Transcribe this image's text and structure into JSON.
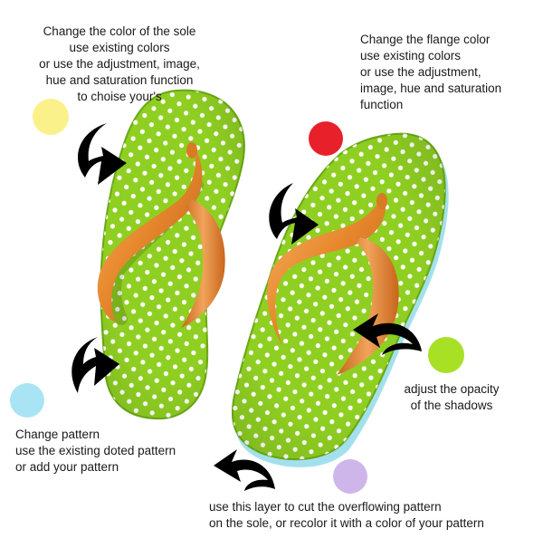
{
  "annotations": {
    "sole": {
      "lines": [
        "Change the color of the sole",
        "use existing colors",
        "or use the adjustment, image,",
        "hue and saturation function",
        "to choise your's"
      ]
    },
    "flange": {
      "lines": [
        "Change the flange color",
        "use existing colors",
        "or use the adjustment,",
        "image, hue and saturation",
        "function"
      ]
    },
    "shadows": {
      "lines": [
        "adjust the opacity",
        "of the shadows"
      ]
    },
    "pattern": {
      "lines": [
        "Change pattern",
        "use the existing doted pattern",
        "or add your pattern"
      ]
    },
    "layer": {
      "lines": [
        "use this layer to cut the overflowing pattern",
        "on the sole, or recolor it with a color of your pattern"
      ]
    }
  },
  "swatches": [
    {
      "name": "yellow-swatch",
      "color": "#fbf18a"
    },
    {
      "name": "red-swatch",
      "color": "#e8202a"
    },
    {
      "name": "green-swatch",
      "color": "#a8e026"
    },
    {
      "name": "light-blue-swatch",
      "color": "#a9e4f4"
    },
    {
      "name": "lavender-swatch",
      "color": "#cfb6ea"
    }
  ],
  "colors": {
    "sole": "#8fcf22",
    "sole_edge": "#6aa814",
    "dots": "#ffffff",
    "strap": "#e8892e",
    "strap_dark": "#b85a17",
    "under_layer": "#a3e0ee",
    "arrow": "#000000"
  }
}
